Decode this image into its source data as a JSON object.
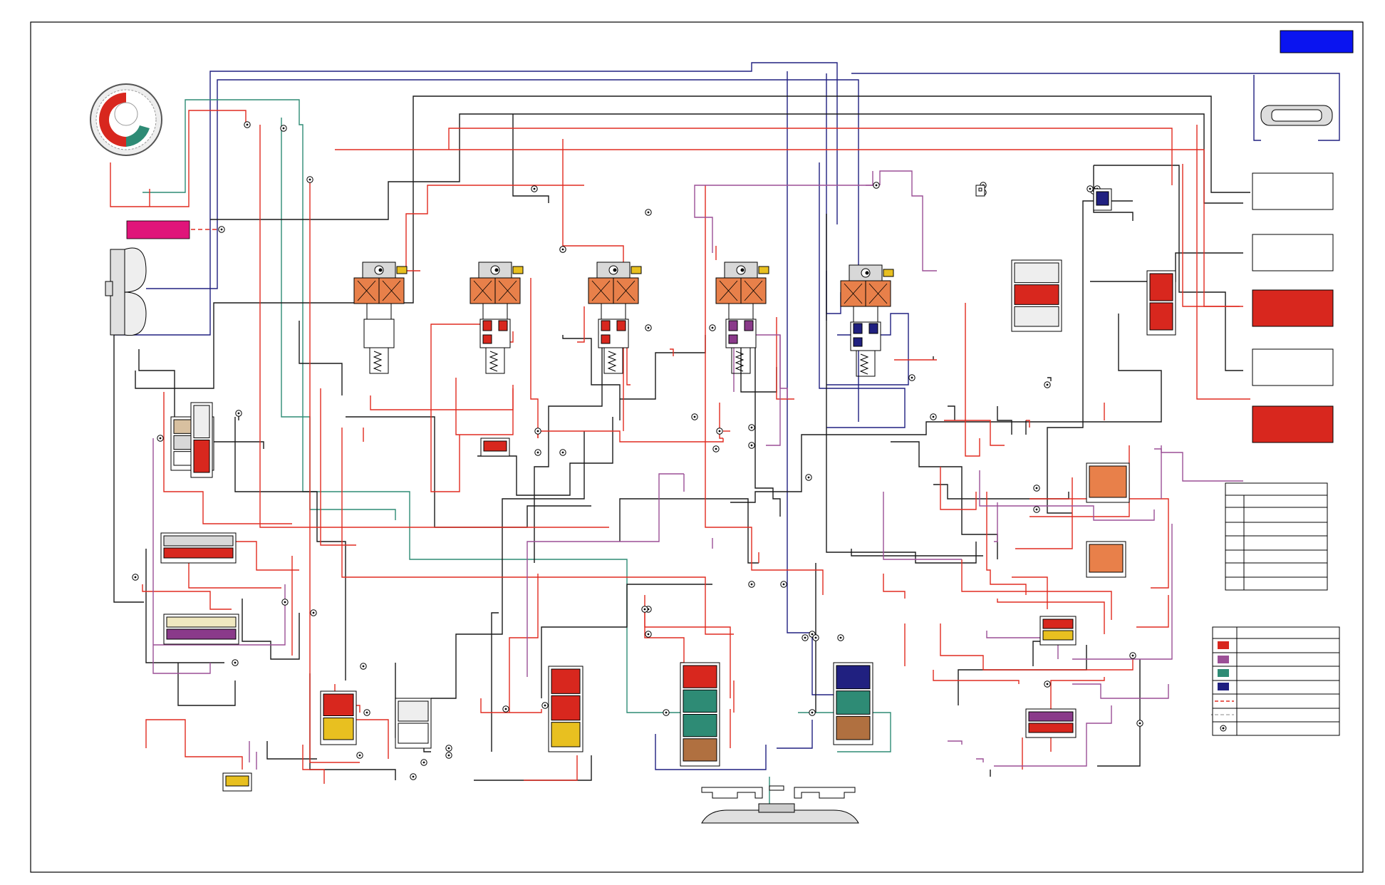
{
  "colors": {
    "border": "#000000",
    "black_line": "#1a1a1a",
    "red_line": "#e02b20",
    "purple_line": "#9b4f96",
    "green_line": "#2e8b75",
    "navy_line": "#202080",
    "pink_block": "#e0157a",
    "blue_badge": "#0a14f0",
    "red_box": "#d8271e",
    "coil_orange": "#e8804a",
    "valve_red": "#d8271e",
    "valve_purple": "#8a3a8a",
    "valve_teal": "#2e8b75",
    "valve_navy": "#202080",
    "spring_yellow": "#e8c020",
    "body_gray": "#d8d8d8"
  },
  "legend": {
    "rows": [
      {
        "swatch": "header"
      },
      {
        "swatch": "red"
      },
      {
        "swatch": "purple"
      },
      {
        "swatch": "green"
      },
      {
        "swatch": "navy"
      },
      {
        "swatch": "red-dashed"
      },
      {
        "swatch": "gray-dashed"
      },
      {
        "swatch": "connection-dot"
      }
    ]
  },
  "side_boxes": [
    {
      "fill": "white"
    },
    {
      "fill": "white"
    },
    {
      "fill": "red"
    },
    {
      "fill": "white"
    },
    {
      "fill": "red"
    }
  ]
}
